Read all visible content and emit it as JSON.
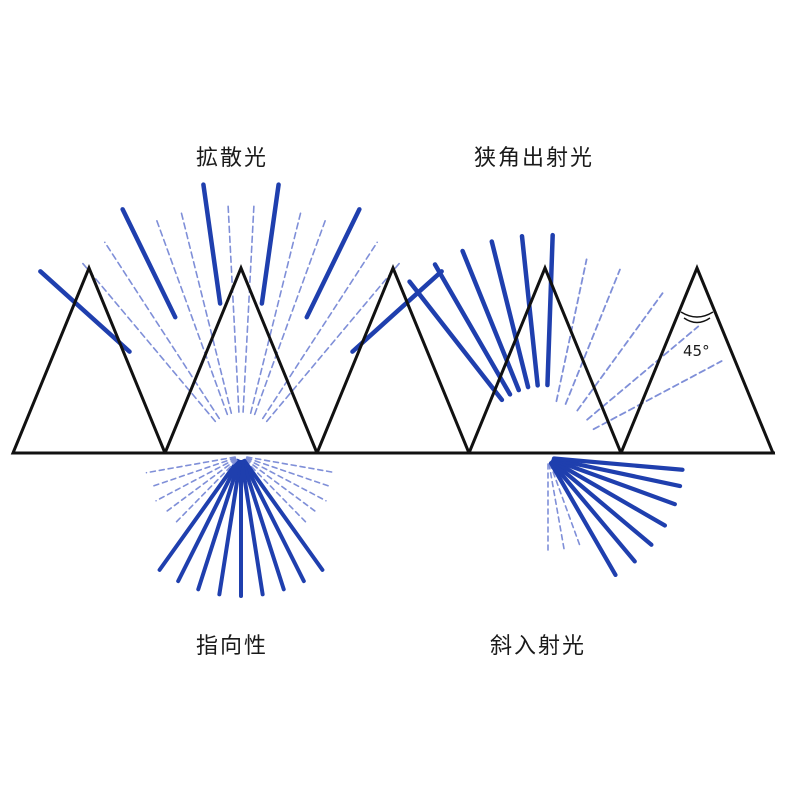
{
  "labels": {
    "diffuse_light": "拡散光",
    "narrow_angle_light": "狭角出射光",
    "directivity": "指向性",
    "oblique_incident_light": "斜入射光"
  },
  "apex_angle": "45°",
  "colors": {
    "ray": "#1f3fae",
    "ray_light": "#7f8fd8",
    "prism_stroke": "#111111",
    "text": "#1a1a1a"
  },
  "prism_count": 5
}
